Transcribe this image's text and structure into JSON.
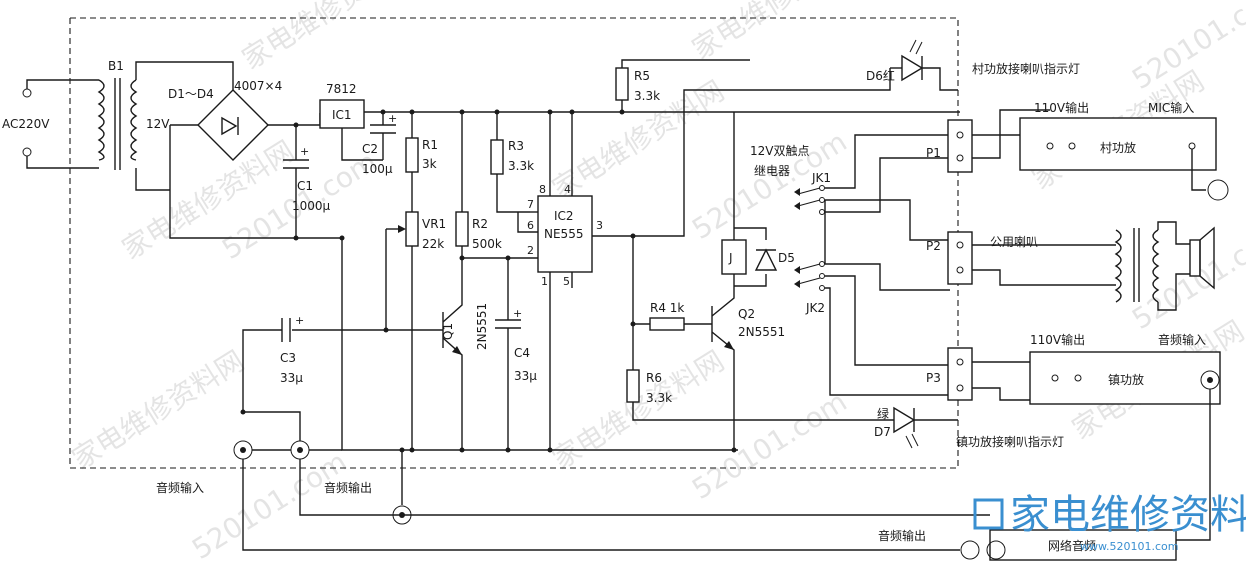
{
  "watermarks": {
    "cn": "家电维修资料网",
    "site": "520101.com"
  },
  "logo": {
    "text": "家电维修资料网",
    "url": "www.520101.com",
    "color": "#3a8fd0"
  },
  "labels": {
    "ac_input": "AC220V",
    "b1": "B1",
    "v12": "12V",
    "d1d4": "D1～D4",
    "diodes": "4007×4",
    "reg": "7812",
    "ic1": "IC1",
    "c2": "C2",
    "c2v": "100μ",
    "c1": "C1",
    "c1v": "1000μ",
    "r1": "R1",
    "r1v": "3k",
    "vr1": "VR1",
    "vr1v": "22k",
    "r2": "R2",
    "r2v": "500k",
    "r3": "R3",
    "r3v": "3.3k",
    "r5": "R5",
    "r5v": "3.3k",
    "ic2": "IC2",
    "ne555": "NE555",
    "pin8": "8",
    "pin4": "4",
    "pin7": "7",
    "pin6": "6",
    "pin3": "3",
    "pin2": "2",
    "pin1": "1",
    "pin5": "5",
    "q1": "Q1",
    "q1v": "2N5551",
    "c3": "C3",
    "c3v": "33μ",
    "c4": "C4",
    "c4v": "33μ",
    "r4": "R4  1k",
    "q2": "Q2",
    "q2v": "2N5551",
    "r6": "R6",
    "r6v": "3.3k",
    "d6": "D6红",
    "d7": "D7",
    "green": "绿",
    "relay_j": "J",
    "d5": "D5",
    "relay_desc1": "12V双触点",
    "relay_desc2": "继电器",
    "jk1": "JK1",
    "jk2": "JK2",
    "p1": "P1",
    "p2": "P2",
    "p3": "P3",
    "village_led": "村功放接喇叭指示灯",
    "town_led": "镇功放接喇叭指示灯",
    "out110_1": "110V输出",
    "mic_in": "MIC输入",
    "village_amp": "村功放",
    "shared_speaker": "公用喇叭",
    "out110_2": "110V输出",
    "audio_in_r": "音频输入",
    "town_amp": "镇功放",
    "audio_in_l": "音频输入",
    "audio_out_l": "音频输出",
    "audio_out_r": "音频输出",
    "net_audio": "网络音频"
  }
}
